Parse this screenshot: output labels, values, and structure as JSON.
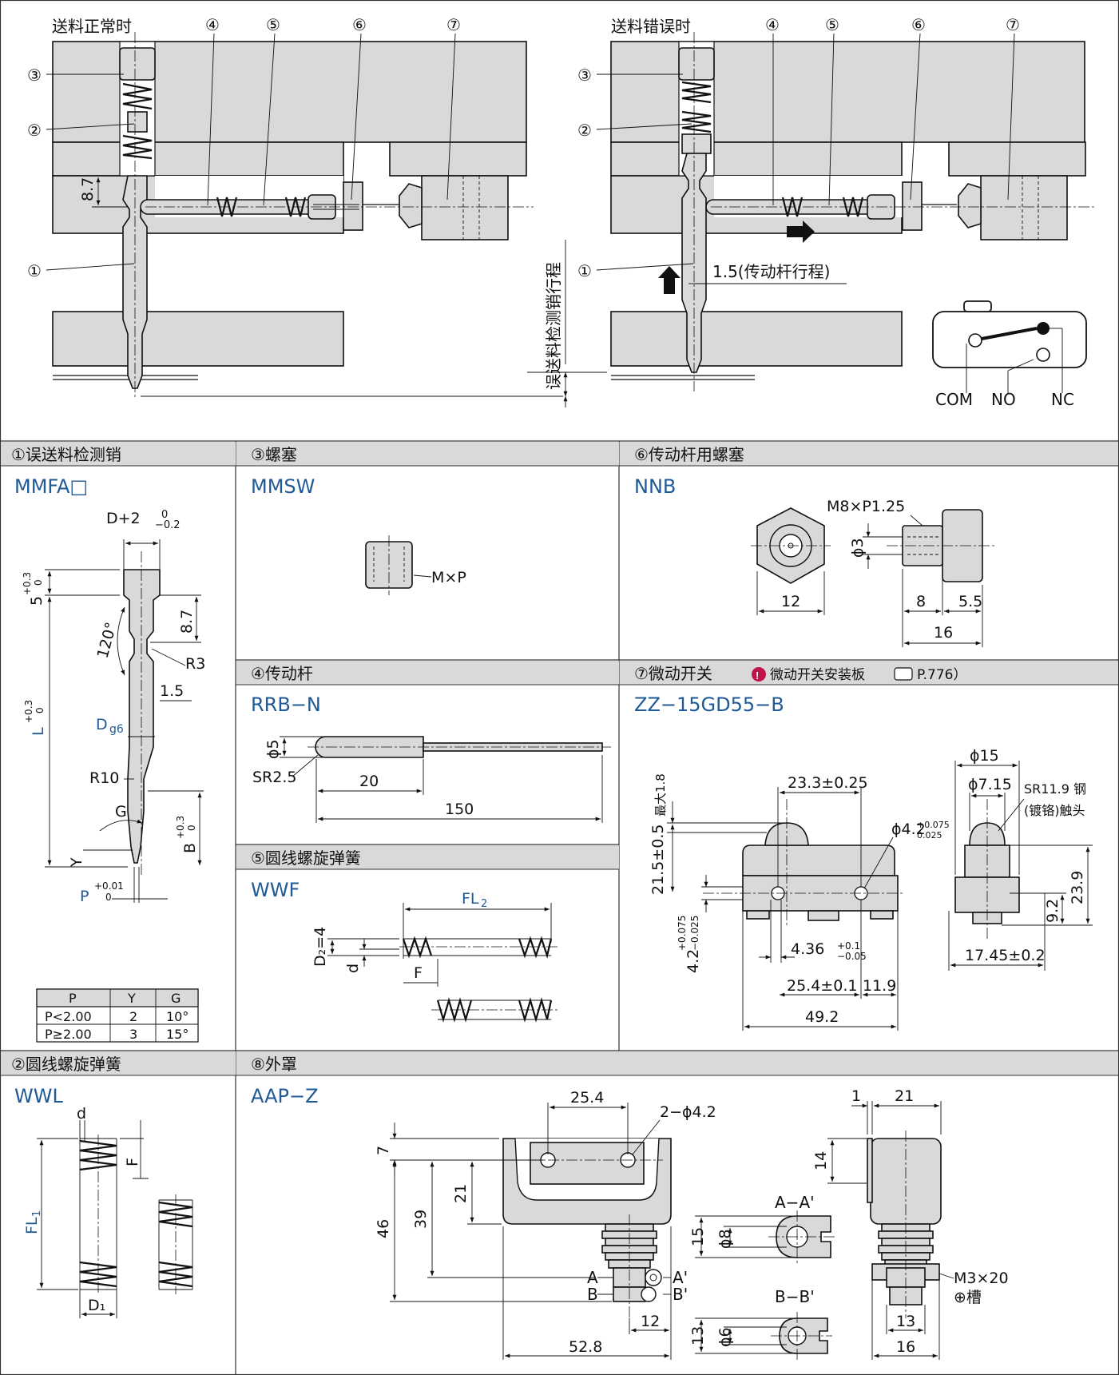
{
  "top_left": {
    "title": "送料正常时",
    "callouts": [
      "①",
      "②",
      "③",
      "④",
      "⑤",
      "⑥",
      "⑦"
    ],
    "dim_87": "8.7",
    "vertical_note": "误送料检测销行程"
  },
  "top_right": {
    "title": "送料错误时",
    "callouts": [
      "①",
      "②",
      "③",
      "④",
      "⑤",
      "⑥",
      "⑦"
    ],
    "stroke_note": "1.5(传动杆行程)",
    "switch": {
      "com": "COM",
      "no": "NO",
      "nc": "NC"
    }
  },
  "sections": {
    "s1": {
      "header": "①误送料检测销",
      "code": "MMFA□",
      "dims": {
        "d_plus": "D+2",
        "tol_top": "0",
        "tol_bot": "−0.2",
        "five": "5",
        "five_tol_a": "+0.3",
        "five_tol_b": "0",
        "dim_87": "8.7",
        "angle": "120°",
        "r3": "R3",
        "d15": "1.5",
        "dg": "D",
        "dg_sub": "g6",
        "L": "L",
        "L_tol_a": "+0.3",
        "L_tol_b": "0",
        "r10": "R10",
        "g": "G",
        "B": "B",
        "B_tol_a": "+0.3",
        "B_tol_b": "0",
        "y": "Y",
        "P": "P",
        "P_tol_a": "+0.01",
        "P_tol_b": "0"
      },
      "table": {
        "headers": [
          "P",
          "Y",
          "G"
        ],
        "rows": [
          [
            "P<2.00",
            "2",
            "10°"
          ],
          [
            "P≥2.00",
            "3",
            "15°"
          ]
        ]
      }
    },
    "s3": {
      "header": "③螺塞",
      "code": "MMSW",
      "label": "M×P"
    },
    "s6": {
      "header": "⑥传动杆用螺塞",
      "code": "NNB",
      "dims": {
        "thread": "M8×P1.25",
        "phi3": "ϕ3",
        "w12": "12",
        "w8": "8",
        "w55": "5.5",
        "w16": "16"
      }
    },
    "s4": {
      "header": "④传动杆",
      "code": "RRB−N",
      "dims": {
        "phi5": "ϕ5",
        "sr": "SR2.5",
        "l20": "20",
        "l150": "150"
      }
    },
    "s5": {
      "header": "⑤圆线螺旋弹簧",
      "code": "WWF",
      "dims": {
        "fl": "FL",
        "fl_sub": "2",
        "d2": "D₂=4",
        "d": "d",
        "f": "F"
      }
    },
    "s7": {
      "header": "⑦微动开关",
      "note": "（",
      "note_link": "微动开关安装板",
      "note_page": "P.776）",
      "code": "ZZ−15GD55−B",
      "dims": {
        "max18": "最大1.8",
        "h215": "21.5±0.5",
        "w233": "23.3±0.25",
        "phi42": "ϕ4.2",
        "phi42_tol_a": "+0.075",
        "phi42_tol_b": "0.025",
        "h42": "4.2",
        "h42_tol_a": "+0.075",
        "h42_tol_b": "−0.025",
        "w436": "4.36",
        "w436_tol_a": "+0.1",
        "w436_tol_b": "−0.05",
        "w254": "25.4±0.1",
        "w119": "11.9",
        "w492": "49.2",
        "phi15": "ϕ15",
        "phi715": "ϕ7.15",
        "sr119": "SR11.9 钢",
        "chrome": "(镀铬)触头",
        "h239": "23.9",
        "h92": "9.2",
        "w1745": "17.45±0.2"
      }
    },
    "s2": {
      "header": "②圆线螺旋弹簧",
      "code": "WWL",
      "dims": {
        "d": "d",
        "f": "F",
        "fl": "FL",
        "fl_sub": "1",
        "d1": "D₁"
      }
    },
    "s8": {
      "header": "⑧外罩",
      "code": "AAP−Z",
      "dims": {
        "w254": "25.4",
        "holes": "2−ϕ4.2",
        "h7": "7",
        "h46": "46",
        "h39": "39",
        "h21": "21",
        "a": "A",
        "ap": "A'",
        "b": "B",
        "bp": "B'",
        "w12": "12",
        "w528": "52.8",
        "sec_a": "A−A'",
        "sec_b": "B−B'",
        "h15": "15",
        "phi8": "ϕ8",
        "h13": "13",
        "phi6": "ϕ6",
        "w1": "1",
        "w21": "21",
        "h14": "14",
        "m3": "M3×20",
        "slot": "⊕槽",
        "w13": "13",
        "w16": "16"
      }
    }
  }
}
